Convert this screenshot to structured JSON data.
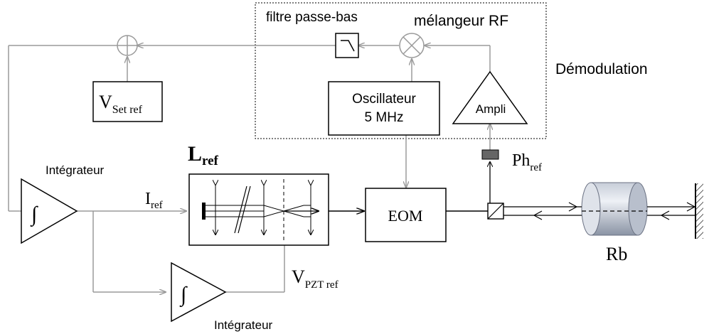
{
  "labels": {
    "filtre": "filtre passe-bas",
    "melangeur": "mélangeur RF",
    "demodulation": "Démodulation",
    "oscillateur_line1": "Oscillateur",
    "oscillateur_line2": "5 MHz",
    "ampli": "Ampli",
    "vset_main": "V",
    "vset_sub": "Set ref",
    "lref_main": "L",
    "lref_sub": "ref",
    "integrateur_top": "Intégrateur",
    "integrateur_bottom": "Intégrateur",
    "iref_main": "I",
    "iref_sub": "ref",
    "eom": "EOM",
    "ph_main": "Ph",
    "ph_sub": "ref",
    "rb": "Rb",
    "vpzt_main": "V",
    "vpzt_sub": "PZT ref",
    "integral_top": "∫",
    "integral_bottom": "∫"
  },
  "colors": {
    "line_gray": "#9a9a9a",
    "line_black": "#000000",
    "rb_cell_light": "#d6dbe4",
    "rb_cell_dark": "#7f8899",
    "photodiode": "#666666"
  },
  "icons": {
    "summing_junction": "circle-plus-icon",
    "mixer": "circle-cross-icon",
    "lowpass_filter": "lowpass-icon",
    "integrator": "triangle-integral-icon",
    "amplifier": "triangle-icon",
    "mirror": "hatched-mirror-icon",
    "beam_splitter": "cube-splitter-icon"
  }
}
